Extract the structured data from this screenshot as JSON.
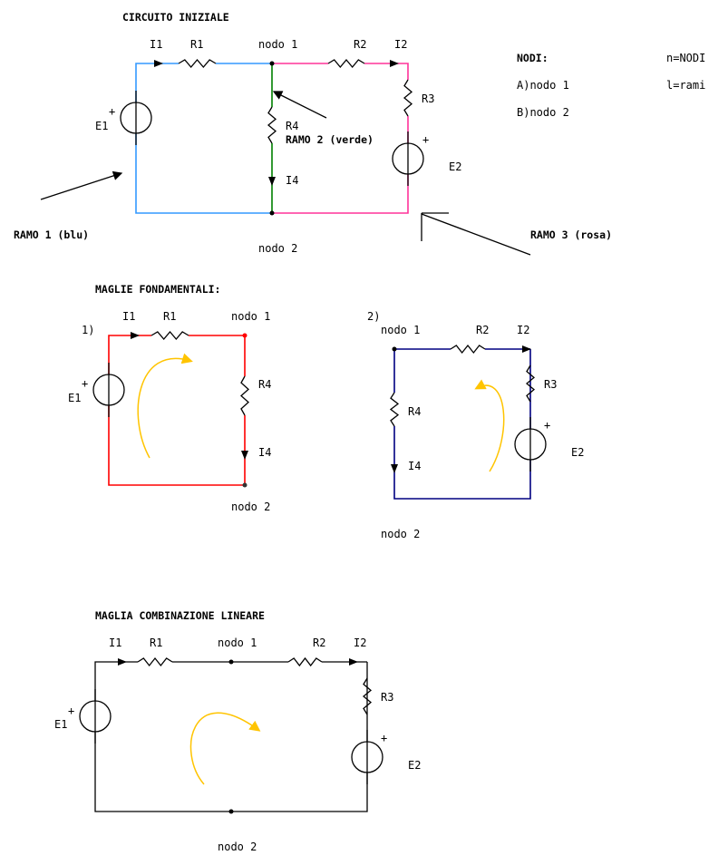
{
  "colors": {
    "branch1": "#3399ff",
    "branch2": "#008000",
    "branch3": "#ff3399",
    "mesh1": "#ff0000",
    "mesh2": "#000080",
    "loop_arrow": "#ffc400"
  },
  "initial": {
    "title": "CIRCUITO INIZIALE",
    "I1": "I1",
    "R1": "R1",
    "node1": "nodo 1",
    "R2": "R2",
    "I2": "I2",
    "E1": "E1",
    "plus": "+",
    "R3": "R3",
    "R4": "R4",
    "E2": "E2",
    "I4": "I4",
    "node2": "nodo 2",
    "branch1": "RAMO 1 (blu)",
    "branch2": "RAMO 2 (verde)",
    "branch3": "RAMO 3 (rosa)"
  },
  "nodes_legend": {
    "title": "NODI:",
    "a": "A)nodo 1",
    "b": "B)nodo 2",
    "n_def": "n=NODI",
    "l_def": "l=rami"
  },
  "fundamental": {
    "title": "MAGLIE FONDAMENTALI:",
    "mesh1": {
      "num": "1)",
      "I1": "I1",
      "R1": "R1",
      "node1": "nodo 1",
      "E1": "E1",
      "plus": "+",
      "R4": "R4",
      "I4": "I4",
      "node2": "nodo 2"
    },
    "mesh2": {
      "num": "2)",
      "node1": "nodo 1",
      "R2": "R2",
      "I2": "I2",
      "R3": "R3",
      "R4": "R4",
      "plus": "+",
      "E2": "E2",
      "I4": "I4",
      "node2": "nodo 2"
    }
  },
  "combined": {
    "title": "MAGLIA COMBINAZIONE LINEARE",
    "I1": "I1",
    "R1": "R1",
    "node1": "nodo 1",
    "R2": "R2",
    "I2": "I2",
    "R3": "R3",
    "E1": "E1",
    "plus1": "+",
    "plus2": "+",
    "E2": "E2",
    "node2": "nodo 2"
  }
}
